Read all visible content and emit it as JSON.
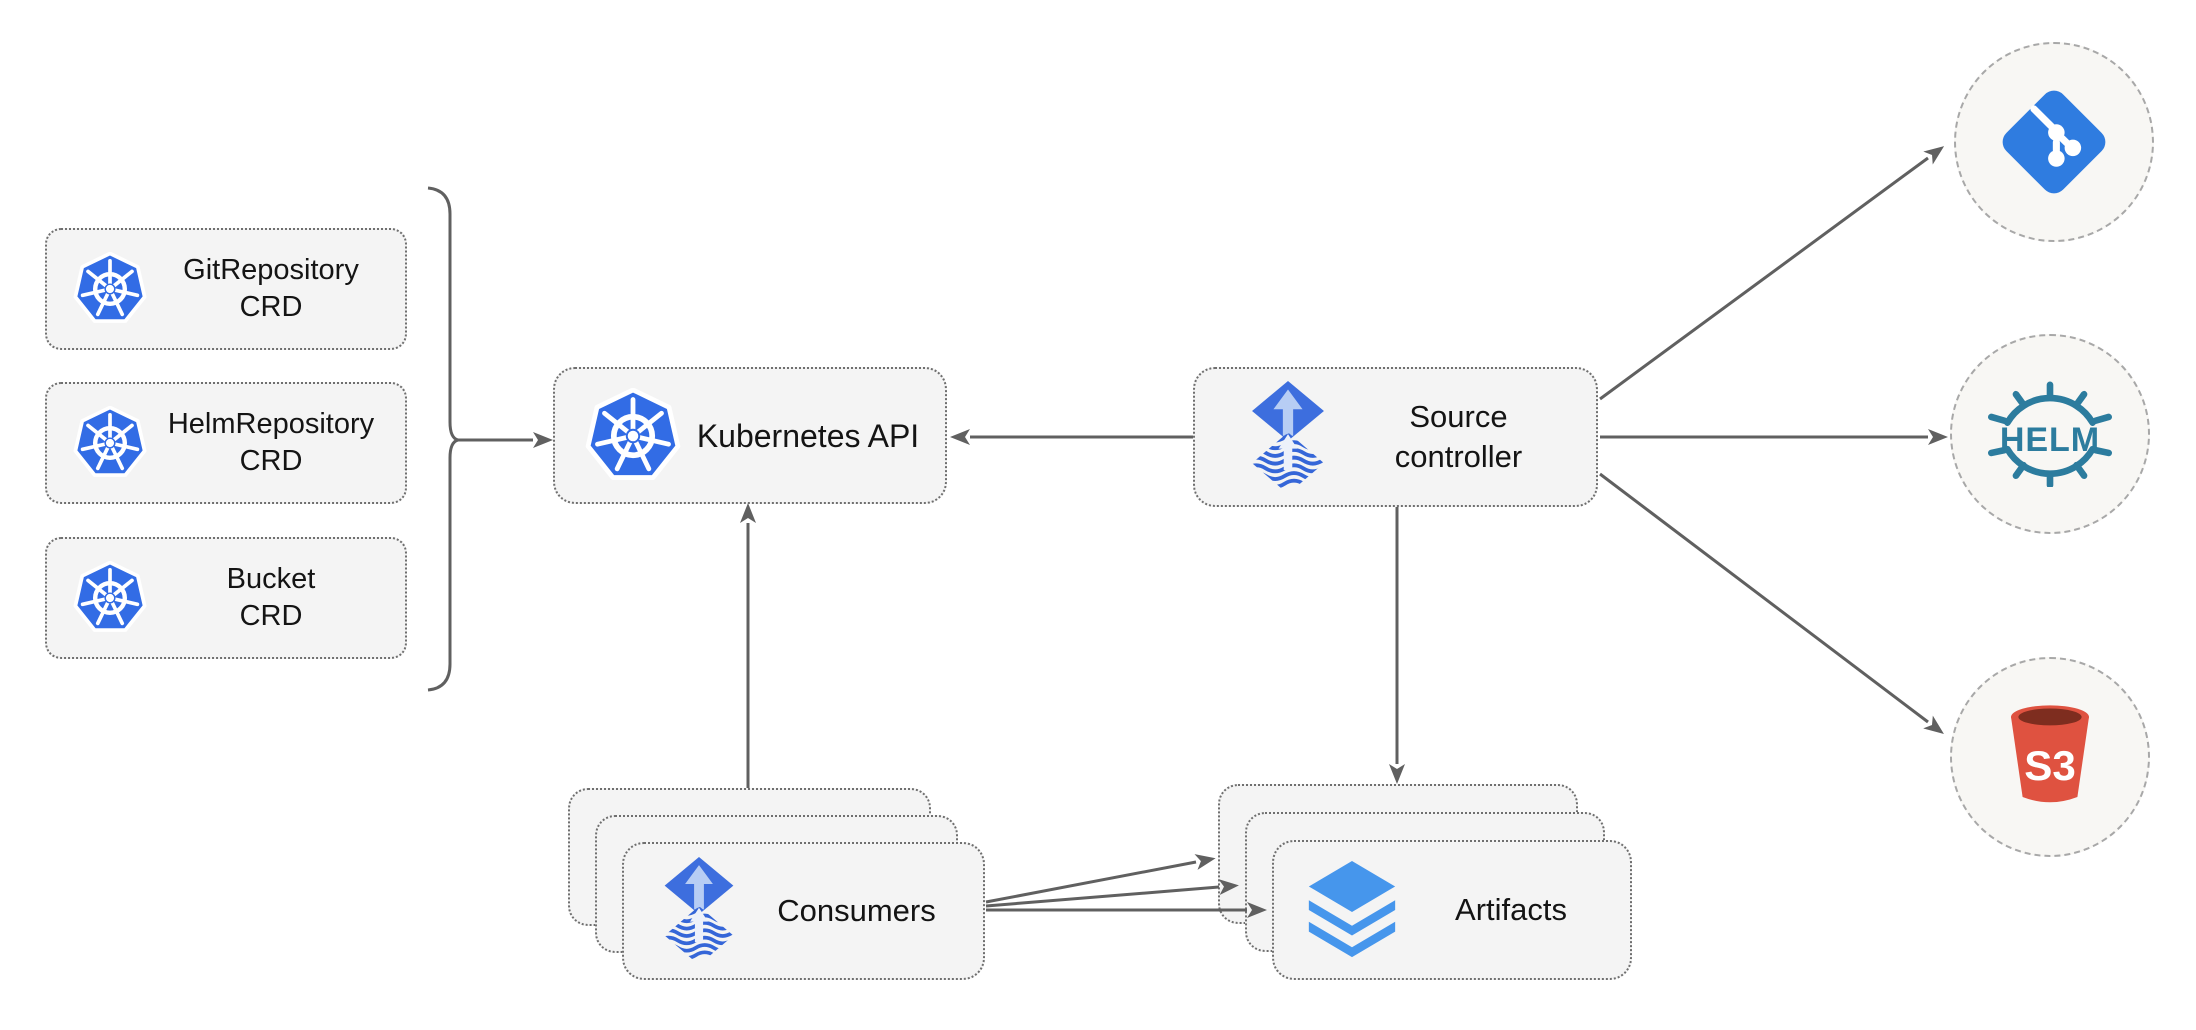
{
  "diagram": {
    "nodes": {
      "crd_boxes": [
        {
          "line1": "GitRepository",
          "line2": "CRD"
        },
        {
          "line1": "HelmRepository",
          "line2": "CRD"
        },
        {
          "line1": "Bucket",
          "line2": "CRD"
        }
      ],
      "kubernetes_api": {
        "label": "Kubernetes API"
      },
      "source_controller": {
        "line1": "Source",
        "line2": "controller"
      },
      "consumers": {
        "label": "Consumers"
      },
      "artifacts": {
        "label": "Artifacts"
      },
      "git_source": {
        "icon": "git-icon"
      },
      "helm_source": {
        "label": "HELM",
        "icon": "helm-icon"
      },
      "s3_source": {
        "label": "S3",
        "icon": "s3-icon"
      }
    },
    "icons": {
      "kubernetes": "kubernetes-icon",
      "flux": "flux-icon",
      "layers": "layers-icon",
      "git": "git-icon",
      "helm": "helm-icon",
      "s3": "s3-icon"
    },
    "colors": {
      "kubernetes_blue": "#326CE5",
      "flux_blue": "#3D6EDE",
      "flux_arrow_light": "#B7CDF4",
      "wave_blue": "#3566D8",
      "layers_blue": "#4696EC",
      "git_blue": "#2F7CE0",
      "helm_teal": "#2C7C9E",
      "s3_red": "#DF5240",
      "s3_dark": "#7E2D1F",
      "arrow_gray": "#606060",
      "node_fill": "#F4F4F4",
      "circle_fill": "#F8F7F4"
    }
  }
}
